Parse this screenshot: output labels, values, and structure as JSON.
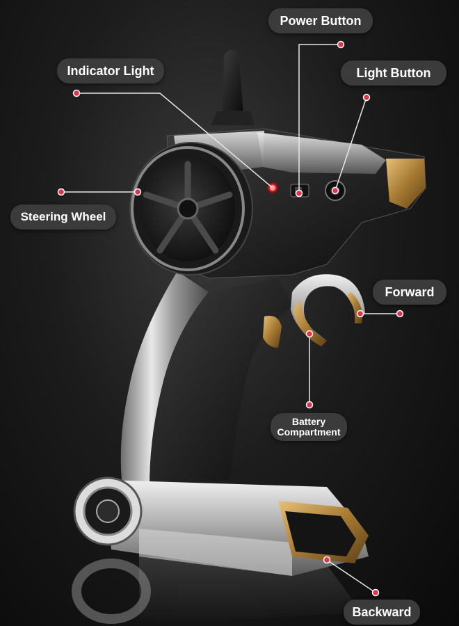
{
  "labels": {
    "power_button": "Power Button",
    "indicator_light": "Indicator Light",
    "light_button": "Light Button",
    "steering_wheel": "Steering Wheel",
    "forward": "Forward",
    "battery_line1": "Battery",
    "battery_line2": "Compartment",
    "backward": "Backward"
  },
  "colors": {
    "background": "#141414",
    "label_bg": "#3b3b3b",
    "label_text": "#ffffff",
    "marker": "#e0344a",
    "leader_line": "#e8e8e8",
    "accent_gold": "#b88a3e",
    "body_silver": "#c8c8c8",
    "body_black": "#1a1a1a"
  }
}
